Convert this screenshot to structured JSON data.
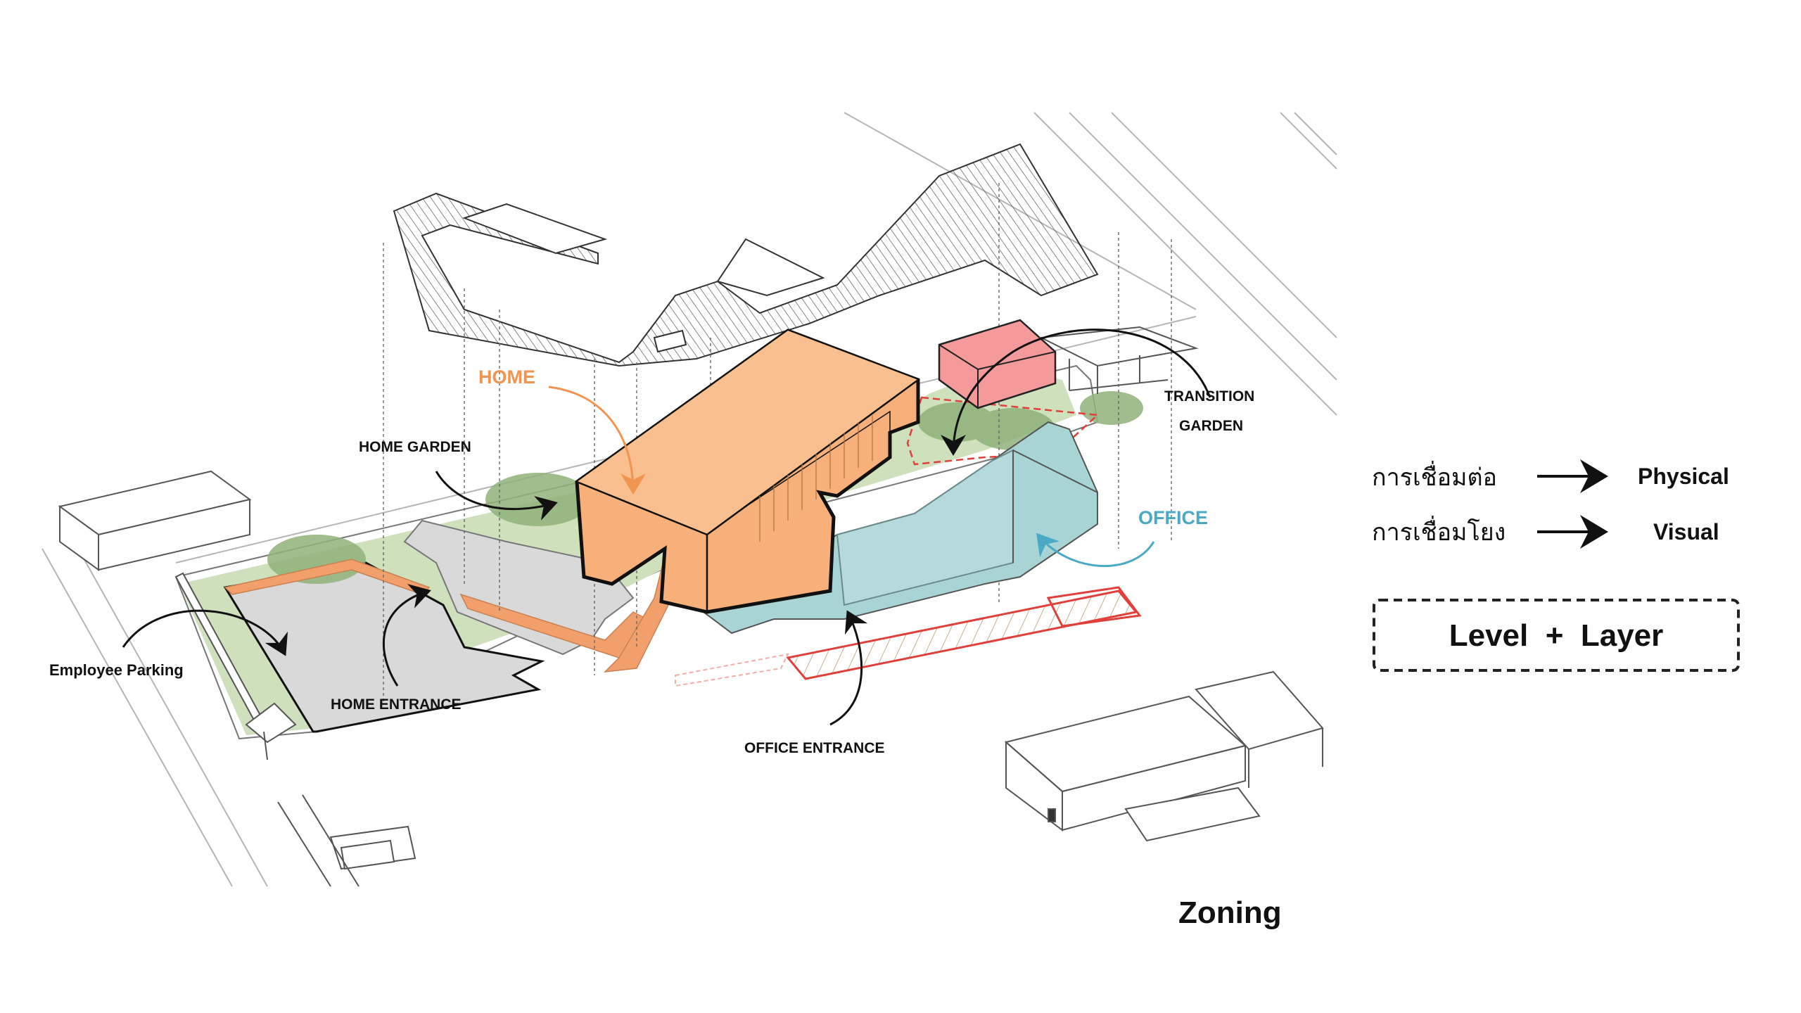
{
  "title": "Zoning",
  "zones": {
    "home": "HOME",
    "office": "OFFICE"
  },
  "labels": {
    "home_garden": "HOME GARDEN",
    "transition_line1": "TRANSITION",
    "transition_line2": "GARDEN",
    "employee_parking": "Employee Parking",
    "home_entrance": "HOME ENTRANCE",
    "office_entrance": "OFFICE ENTRANCE"
  },
  "legend": {
    "physical_thai": "การเชื่อมต่อ",
    "physical": "Physical",
    "visual_thai": "การเชื่อมโยง",
    "visual": "Visual",
    "level_layer": "Level  +  Layer"
  },
  "colors": {
    "home": "#f7b07a",
    "office": "#a9d4d6",
    "garden": "#c9dcb4",
    "tree": "#8fb27a",
    "paving": "#d9d9d9",
    "transition": "#f49a9a",
    "accent_red": "#e0403a",
    "home_label": "#f0944f",
    "office_label": "#4aa9c4"
  }
}
